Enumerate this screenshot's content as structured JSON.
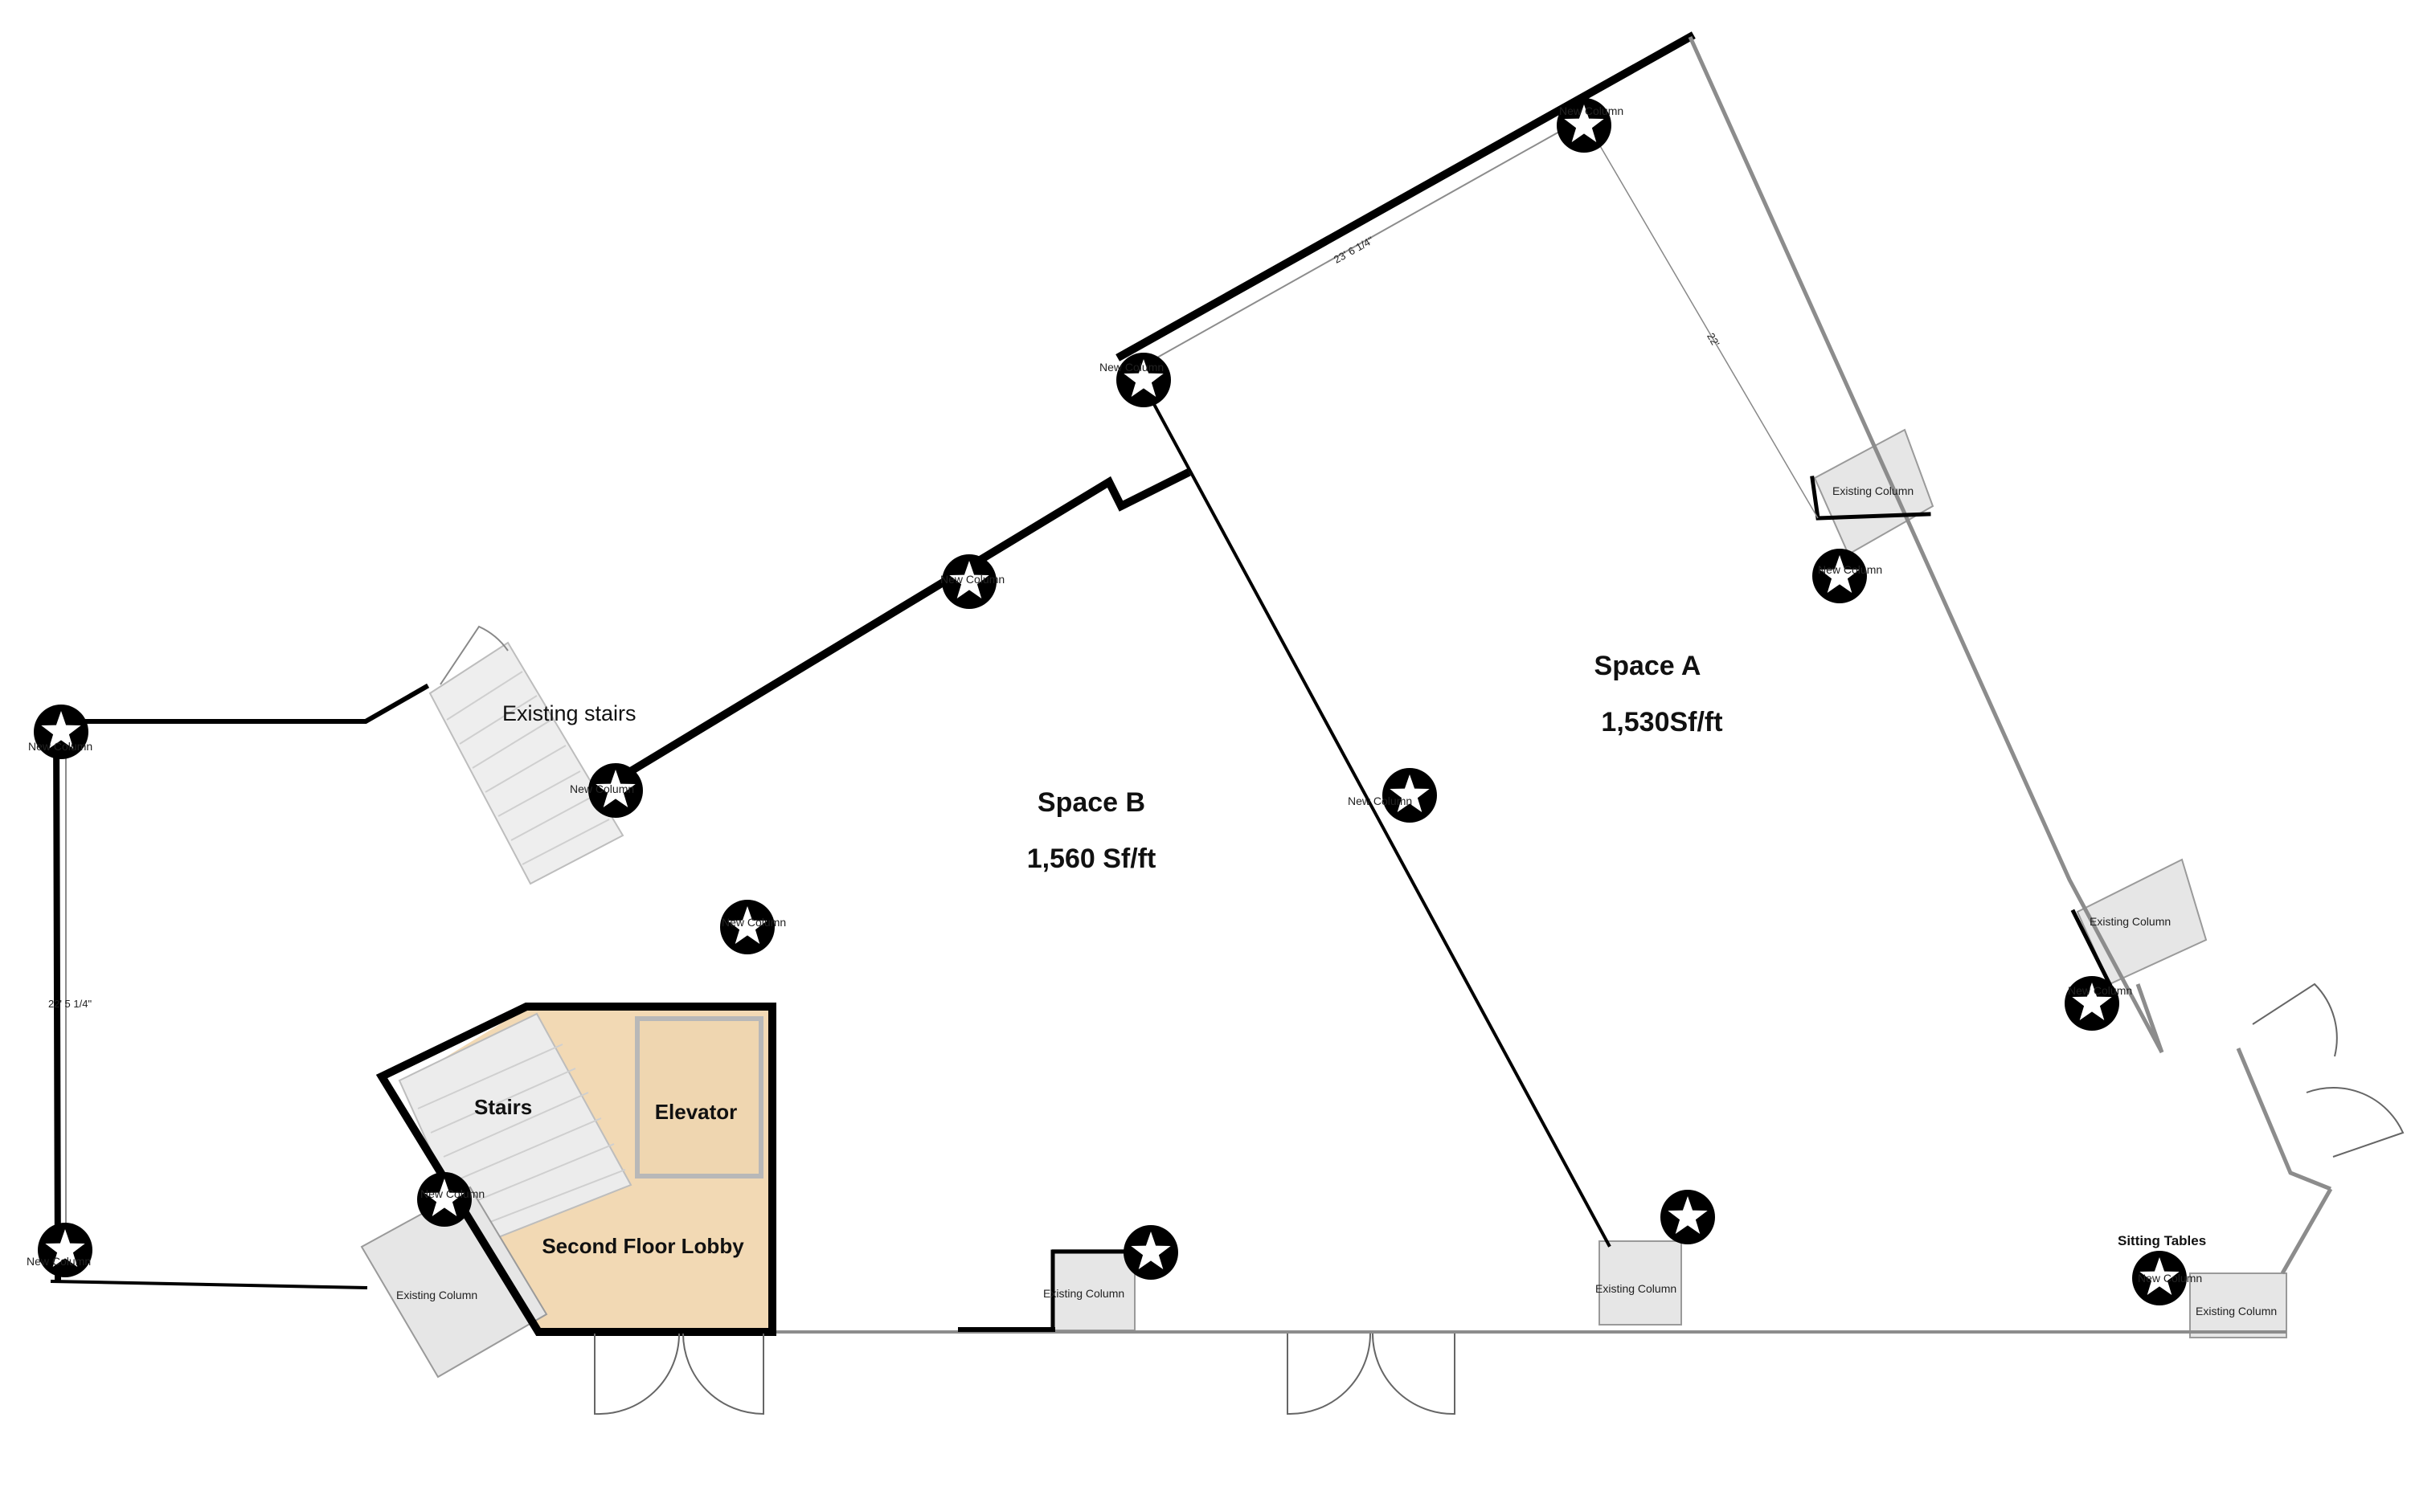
{
  "spaces": {
    "a": {
      "name": "Space A",
      "area": "1,530Sf/ft"
    },
    "b": {
      "name": "Space B",
      "area": "1,560 Sf/ft"
    }
  },
  "rooms": {
    "lobby": "Second Floor Lobby",
    "elevator": "Elevator",
    "stairs": "Stairs",
    "existing_stairs": "Existing stairs"
  },
  "column_labels": {
    "new": "New Column",
    "existing": "Existing Column"
  },
  "dimensions": {
    "top_wall": "23' 6 1/4\"",
    "space_a_depth": "22'",
    "left_wall": "22' 5 1/4\""
  },
  "annotations": {
    "sitting_tables": "Sitting Tables"
  },
  "colors": {
    "lobby_fill": "#f2d9b4",
    "column_marker": "#000000",
    "existing_column_fill": "#e6e6e6",
    "wall": "#000000"
  }
}
